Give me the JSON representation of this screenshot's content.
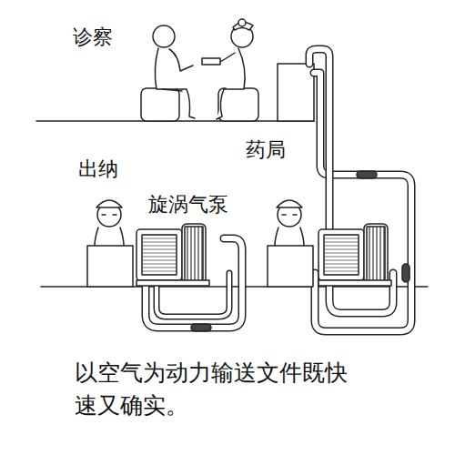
{
  "diagram": {
    "caption": "以空气为动力输送文件既快速又确实。",
    "labels": [
      "诊察",
      "出纳",
      "药局",
      "旋涡气泵"
    ]
  }
}
